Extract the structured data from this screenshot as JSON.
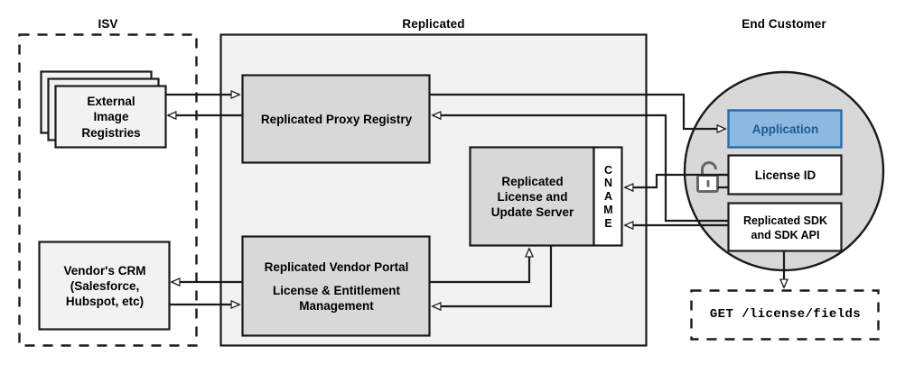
{
  "diagram": {
    "title_hidden": "Replicated architecture overview",
    "colors": {
      "panel_fill": "#f2f2f2",
      "node_fill": "#d8d8d8",
      "white_fill": "#ffffff",
      "circle_fill": "#d8d8d8",
      "app_fill": "#8cb9e0",
      "app_border": "#2a6ba8",
      "app_text": "#1a5a96",
      "stroke": "#1a1a1a",
      "lock": "#666666"
    }
  },
  "lanes": [
    {
      "id": "isv",
      "label": "ISV"
    },
    {
      "id": "replicated",
      "label": "Replicated"
    },
    {
      "id": "end_customer",
      "label": "End Customer"
    }
  ],
  "nodes": {
    "external_registries": {
      "lines": [
        "External",
        "Image",
        "Registries"
      ]
    },
    "vendor_crm": {
      "lines": [
        "Vendor's CRM",
        "(Salesforce,",
        "Hubspot, etc)"
      ]
    },
    "proxy_registry": {
      "lines": [
        "Replicated Proxy Registry"
      ]
    },
    "license_server": {
      "lines": [
        "Replicated",
        "License and",
        "Update Server"
      ]
    },
    "cname": {
      "letters": [
        "C",
        "N",
        "A",
        "M",
        "E"
      ]
    },
    "vendor_portal": {
      "line1": "Replicated Vendor Portal",
      "line2": "License & Entitlement",
      "line3": "Management"
    },
    "application": {
      "lines": [
        "Application"
      ]
    },
    "license_id": {
      "lines": [
        "License ID"
      ]
    },
    "sdk": {
      "lines": [
        "Replicated SDK",
        "and SDK API"
      ]
    },
    "api_call": {
      "lines": [
        "GET /license/fields"
      ]
    },
    "lock": {
      "name": "unlocked-padlock"
    }
  }
}
